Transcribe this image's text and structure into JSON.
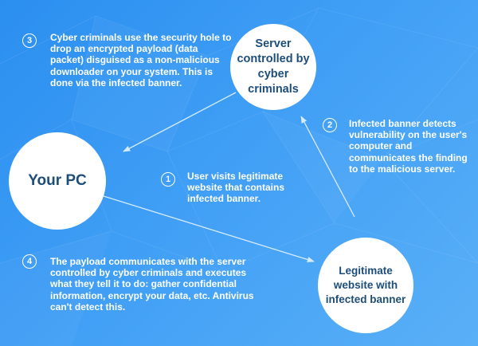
{
  "nodes": {
    "pc": "Your PC",
    "server": "Server controlled by cyber criminals",
    "legit": "Legitimate website with infected banner"
  },
  "steps": [
    {
      "number": "1",
      "text": "User visits legitimate website that contains infected banner."
    },
    {
      "number": "2",
      "text": "Infected banner detects vulnerability on the user's computer and communicates the finding to the malicious server."
    },
    {
      "number": "3",
      "text": "Cyber criminals use the security hole to drop an encrypted payload (data packet) disguised as a non-malicious downloader on your system. This is done via the infected banner."
    },
    {
      "number": "4",
      "text": "The payload communicates with the server controlled by cyber criminals and executes what they tell it to do: gather confidential information, encrypt your data, etc. Antivirus can't detect this."
    }
  ],
  "colors": {
    "background": "#3f9ef5",
    "circle": "#ffffff",
    "node_text": "#1d4e7a",
    "arrow": "#d6ebff"
  }
}
